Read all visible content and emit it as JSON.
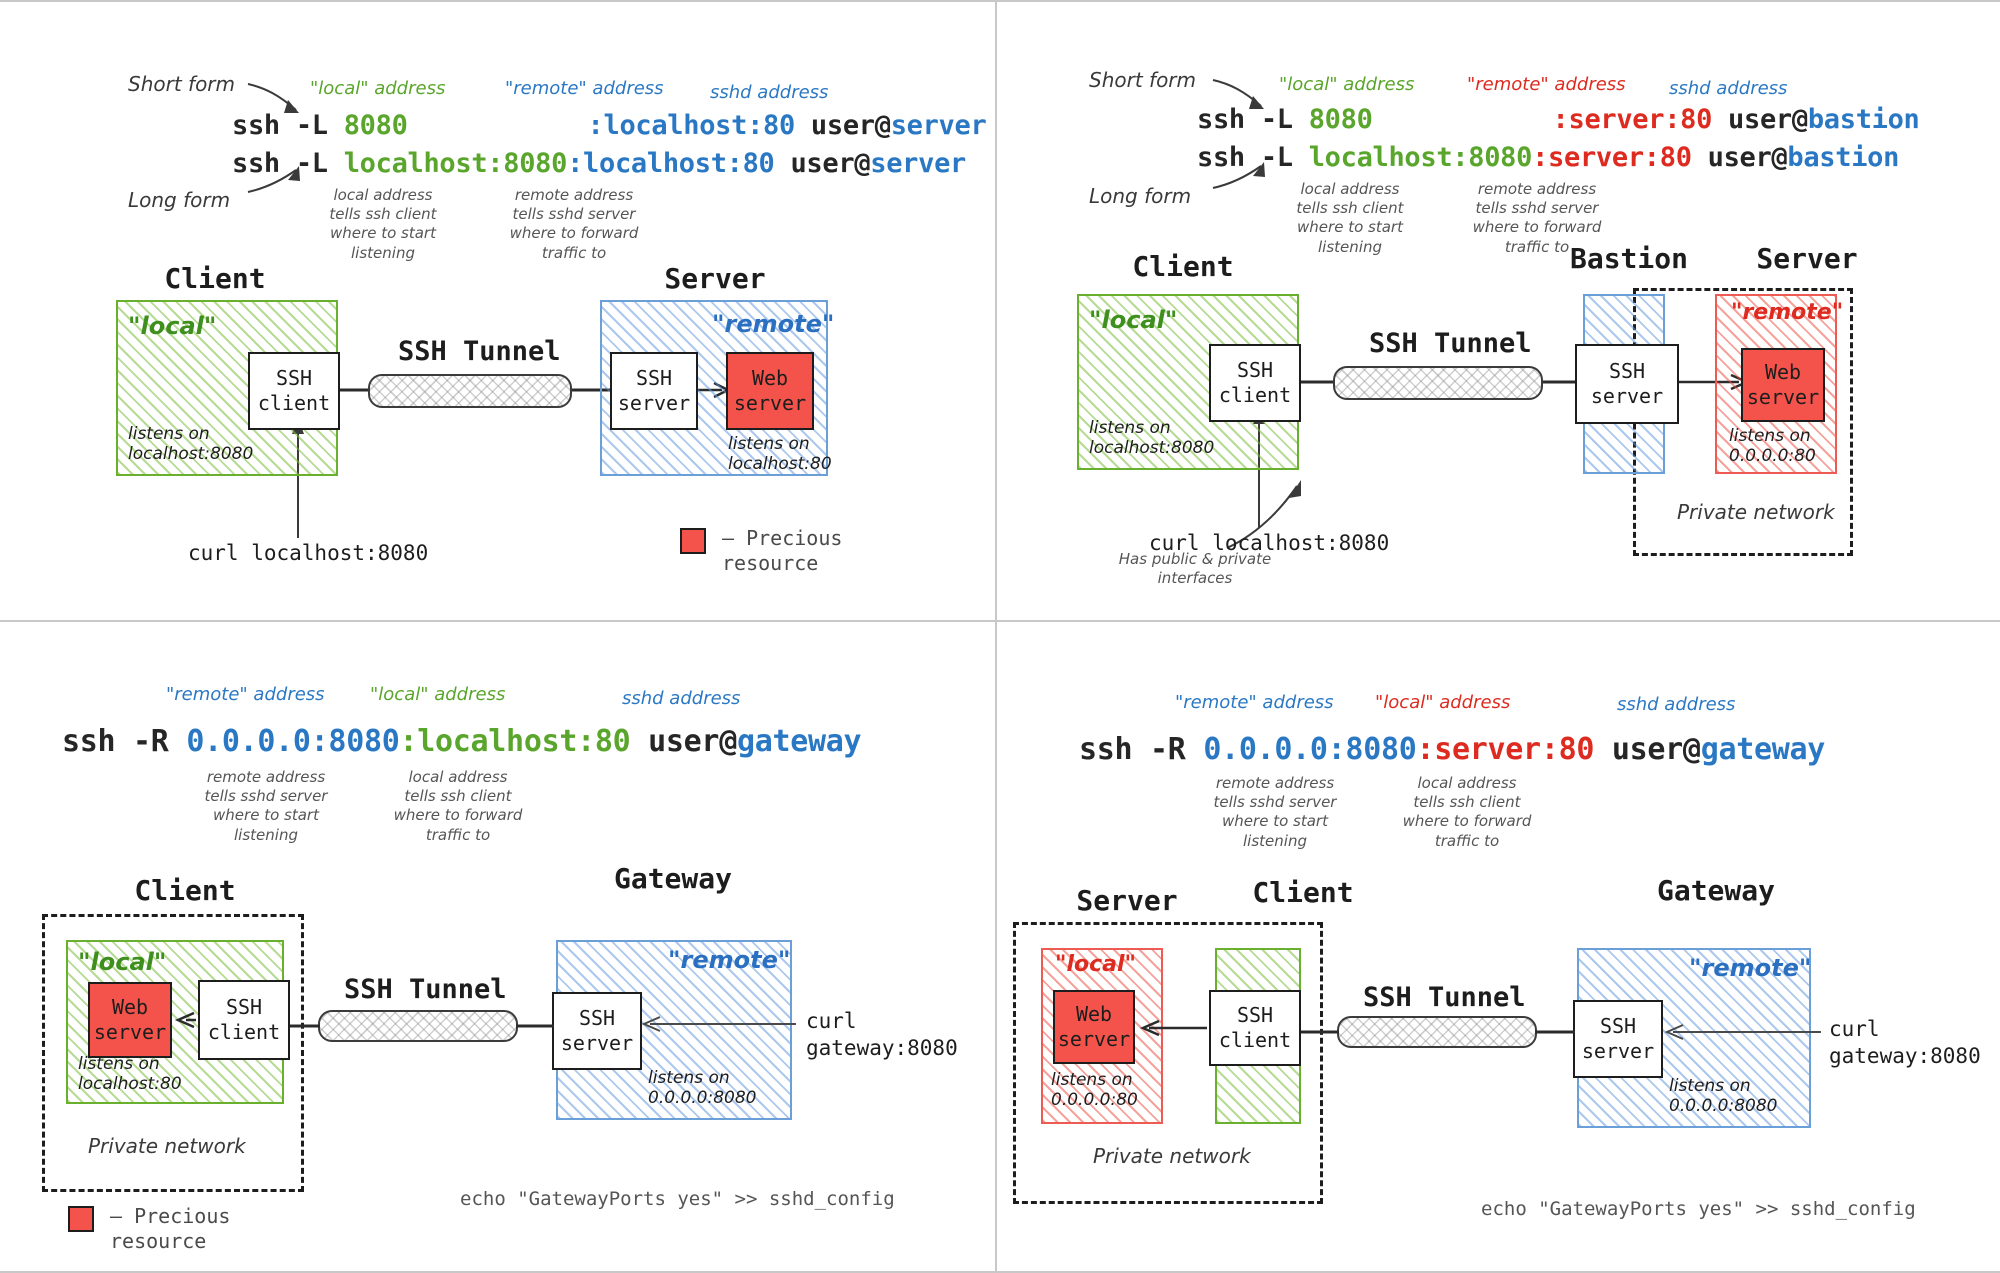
{
  "colors": {
    "green": "#5aa52b",
    "blue": "#2a78c4",
    "red": "#dd2b20",
    "dark": "#262626",
    "precious": "#f3534a",
    "grid": "#c8c8c8"
  },
  "panel1": {
    "short_form_label": "Short form",
    "long_form_label": "Long form",
    "annotations": {
      "local_addr": "\"local\" address",
      "remote_addr": "\"remote\" address",
      "sshd_addr": "sshd address"
    },
    "short_cmd": {
      "prefix": "ssh -L ",
      "local": "8080",
      "remote": ":localhost:80",
      "user": " user@",
      "host": "server"
    },
    "long_cmd": {
      "prefix": "ssh -L ",
      "local": "localhost:8080",
      "remote": ":localhost:80",
      "user": " user@",
      "host": "server"
    },
    "notes": {
      "local": "local address\ntells ssh client\nwhere to start\nlistening",
      "remote": "remote address\ntells sshd server\nwhere to forward\ntraffic to"
    },
    "hosts": {
      "client": "Client",
      "server": "Server"
    },
    "zones": {
      "local": "\"local\"",
      "remote": "\"remote\""
    },
    "boxes": {
      "ssh_client": "SSH\nclient",
      "ssh_server": "SSH\nserver",
      "web_server": "Web\nserver"
    },
    "listens": {
      "client": "listens on\nlocalhost:8080",
      "web": "listens on\nlocalhost:80"
    },
    "tunnel_label": "SSH Tunnel",
    "curl": "curl localhost:8080",
    "legend": "– Precious\n   resource"
  },
  "panel2": {
    "short_form_label": "Short form",
    "long_form_label": "Long form",
    "annotations": {
      "local_addr": "\"local\" address",
      "remote_addr": "\"remote\" address",
      "sshd_addr": "sshd address"
    },
    "short_cmd": {
      "prefix": "ssh -L ",
      "local": "8080",
      "remote": ":server:80",
      "user": " user@",
      "host": "bastion"
    },
    "long_cmd": {
      "prefix": "ssh -L ",
      "local": "localhost:8080",
      "remote": ":server:80",
      "user": " user@",
      "host": "bastion"
    },
    "notes": {
      "local": "local address\ntells ssh client\nwhere to start\nlistening",
      "remote": "remote address\ntells sshd server\nwhere to forward\ntraffic to"
    },
    "hosts": {
      "client": "Client",
      "bastion": "Bastion",
      "server": "Server"
    },
    "zones": {
      "local": "\"local\"",
      "remote": "\"remote\""
    },
    "boxes": {
      "ssh_client": "SSH\nclient",
      "ssh_server": "SSH\nserver",
      "web_server": "Web\nserver"
    },
    "listens": {
      "client": "listens on\nlocalhost:8080",
      "web": "listens on\n0.0.0.0:80"
    },
    "tunnel_label": "SSH Tunnel",
    "curl": "curl localhost:8080",
    "bastion_note": "Has public & private\ninterfaces",
    "private_network": "Private network"
  },
  "panel3": {
    "annotations": {
      "remote_addr": "\"remote\" address",
      "local_addr": "\"local\" address",
      "sshd_addr": "sshd address"
    },
    "cmd": {
      "prefix": "ssh -R ",
      "remote": "0.0.0.0:8080",
      "local": ":localhost:80",
      "user": " user@",
      "host": "gateway"
    },
    "notes": {
      "remote": "remote address\ntells sshd server\nwhere to start\nlistening",
      "local": "local address\ntells ssh client\nwhere to forward\ntraffic to"
    },
    "hosts": {
      "client": "Client",
      "gateway": "Gateway"
    },
    "zones": {
      "local": "\"local\"",
      "remote": "\"remote\""
    },
    "boxes": {
      "ssh_client": "SSH\nclient",
      "ssh_server": "SSH\nserver",
      "web_server": "Web\nserver"
    },
    "listens": {
      "web": "listens on\nlocalhost:80",
      "gateway": "listens on\n0.0.0.0:8080"
    },
    "tunnel_label": "SSH Tunnel",
    "curl": "curl\ngateway:8080",
    "private_network": "Private network",
    "echo_cmd": "echo \"GatewayPorts yes\" >> sshd_config",
    "legend": "– Precious\n   resource"
  },
  "panel4": {
    "annotations": {
      "remote_addr": "\"remote\" address",
      "local_addr": "\"local\" address",
      "sshd_addr": "sshd address"
    },
    "cmd": {
      "prefix": "ssh -R ",
      "remote": "0.0.0.0:8080",
      "local": ":server:80",
      "user": " user@",
      "host": "gateway"
    },
    "notes": {
      "remote": "remote address\ntells sshd server\nwhere to start\nlistening",
      "local": "local address\ntells ssh client\nwhere to forward\ntraffic to"
    },
    "hosts": {
      "server": "Server",
      "client": "Client",
      "gateway": "Gateway"
    },
    "zones": {
      "local": "\"local\"",
      "remote": "\"remote\""
    },
    "boxes": {
      "ssh_client": "SSH\nclient",
      "ssh_server": "SSH\nserver",
      "web_server": "Web\nserver"
    },
    "listens": {
      "web": "listens on\n0.0.0.0:80",
      "gateway": "listens on\n0.0.0.0:8080"
    },
    "tunnel_label": "SSH Tunnel",
    "curl": "curl\ngateway:8080",
    "private_network": "Private network",
    "echo_cmd": "echo \"GatewayPorts yes\" >> sshd_config"
  }
}
